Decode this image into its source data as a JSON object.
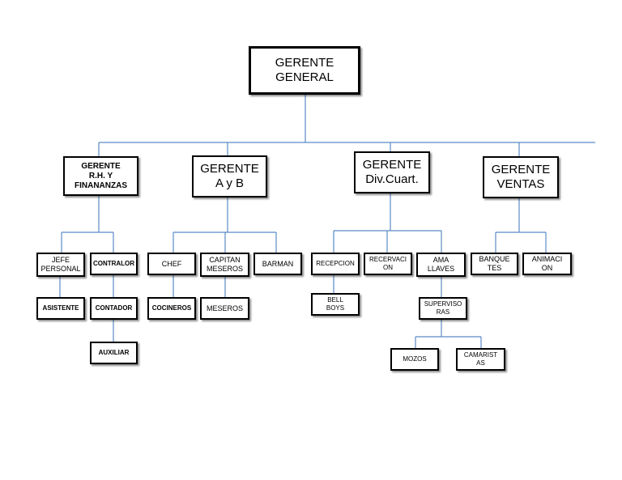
{
  "colors": {
    "connector": "#5b8ac6",
    "box_border": "#000000"
  },
  "org_chart": {
    "root": {
      "label": "GERENTE\nGENERAL"
    },
    "managers": [
      {
        "id": "rh",
        "label": "GERENTE\nR.H. Y\nFINANANZAS"
      },
      {
        "id": "ayb",
        "label": "GERENTE\nA y B"
      },
      {
        "id": "div",
        "label": "GERENTE\nDiv.Cuart."
      },
      {
        "id": "ventas",
        "label": "GERENTE\nVENTAS"
      }
    ],
    "rh_staff": {
      "jefe_personal": "JEFE\nPERSONAL",
      "asistente": "ASISTENTE",
      "contralor": "CONTRALOR",
      "contador": "CONTADOR",
      "auxiliar": "AUXILIAR"
    },
    "ayb_staff": {
      "chef": "CHEF",
      "cocineros": "COCINEROS",
      "capitan_meseros": "CAPITAN\nMESEROS",
      "meseros": "MESEROS",
      "barman": "BARMAN"
    },
    "div_staff": {
      "recepcion": "RECEPCION",
      "bell_boys": "BELL\nBOYS",
      "recervacion": "RECERVACI\nON",
      "ama_llaves": "AMA\nLLAVES",
      "supervisoras": "SUPERVISO\nRAS",
      "mozos": "MOZOS",
      "camaristas": "CAMARIST\nAS"
    },
    "ventas_staff": {
      "banquetes": "BANQUE\nTES",
      "animacion": "ANIMACI\nON"
    }
  }
}
